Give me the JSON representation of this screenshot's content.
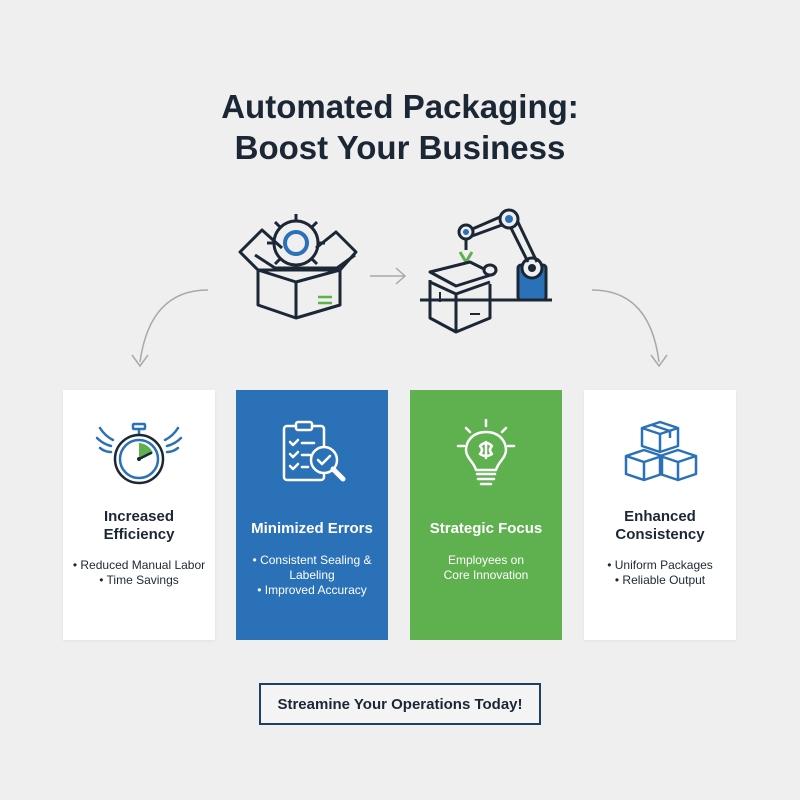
{
  "header": {
    "title_line1": "Automated Packaging:",
    "title_line2": "Boost Your Business"
  },
  "hero": {
    "icons": [
      "gear-box-icon",
      "robotic-arm-icon"
    ]
  },
  "cards": [
    {
      "icon": "winged-stopwatch-icon",
      "title_line1": "Increased",
      "title_line2": "Efficiency",
      "bullets": [
        "Reduced Manual Labor",
        "Time Savings"
      ],
      "style": "white"
    },
    {
      "icon": "checklist-magnifier-icon",
      "title_line1": "Minimized Errors",
      "title_line2": "",
      "bullets": [
        "Consistent Sealing & Labeling",
        "Improved Accuracy"
      ],
      "style": "blue"
    },
    {
      "icon": "brain-lightbulb-icon",
      "title_line1": "Strategic Focus",
      "title_line2": "",
      "bullets": [
        "Employees on Core Innovation"
      ],
      "style": "green"
    },
    {
      "icon": "stacked-boxes-icon",
      "title_line1": "Enhanced",
      "title_line2": "Consistency",
      "bullets": [
        "Uniform Packages",
        "Reliable Output"
      ],
      "style": "white"
    }
  ],
  "cta": {
    "label": "Streamine Your Operations Today!"
  },
  "colors": {
    "navy": "#1c2736",
    "blue": "#2a71b8",
    "green": "#5fb14f",
    "background": "#efefef"
  }
}
